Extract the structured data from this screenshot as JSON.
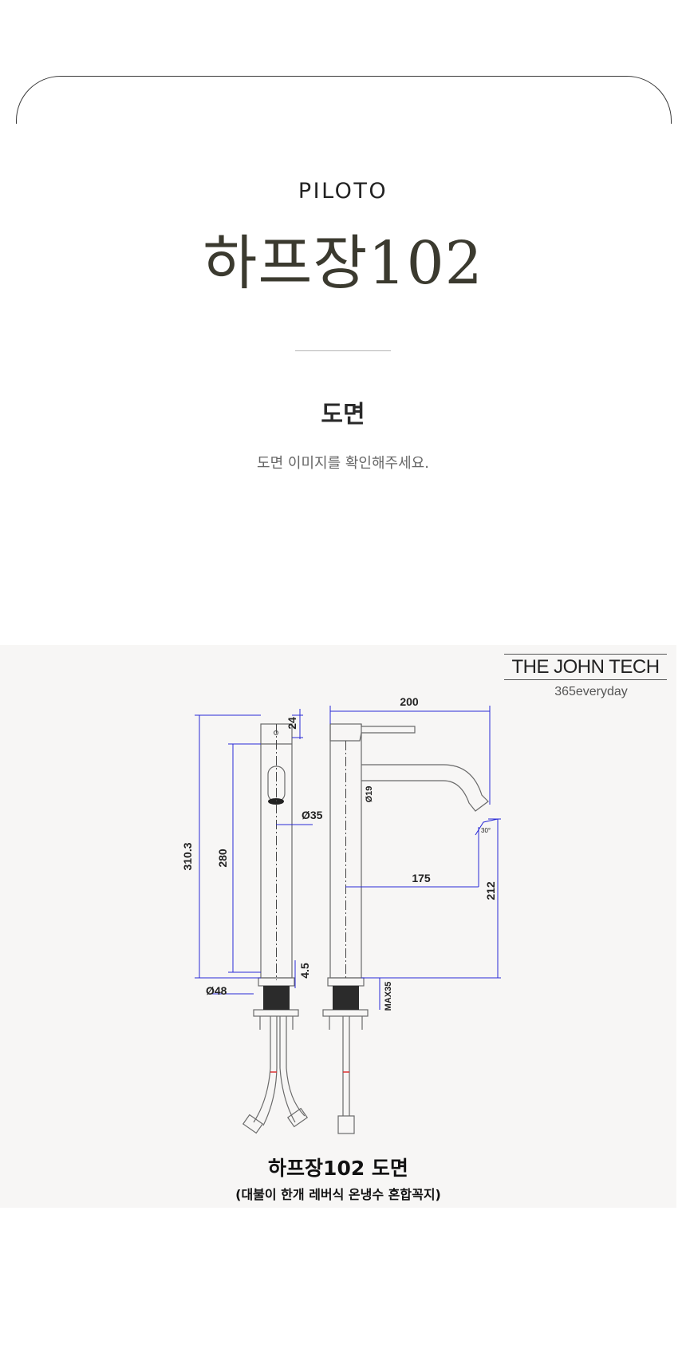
{
  "header": {
    "brand": "PILOTO",
    "product_title": "하프장102"
  },
  "section": {
    "title": "도면",
    "description": "도면 이미지를 확인해주세요."
  },
  "drawing": {
    "logo": {
      "name": "THE JOHN TECH",
      "tagline": "365everyday"
    },
    "dimensions": {
      "top_width": "200",
      "cap": "24",
      "total_height": "310.3",
      "body_height": "280",
      "body_dia": "Ø35",
      "spout_dia": "Ø19",
      "angle": "30°",
      "reach": "175",
      "spout_height": "212",
      "ring": "4.5",
      "base_dia": "Ø48",
      "max_thickness": "MAX35"
    },
    "caption_title": "하프장102 도면",
    "caption_subtitle": "(대불이 한개 레버식 온냉수 혼합꼭지)"
  }
}
